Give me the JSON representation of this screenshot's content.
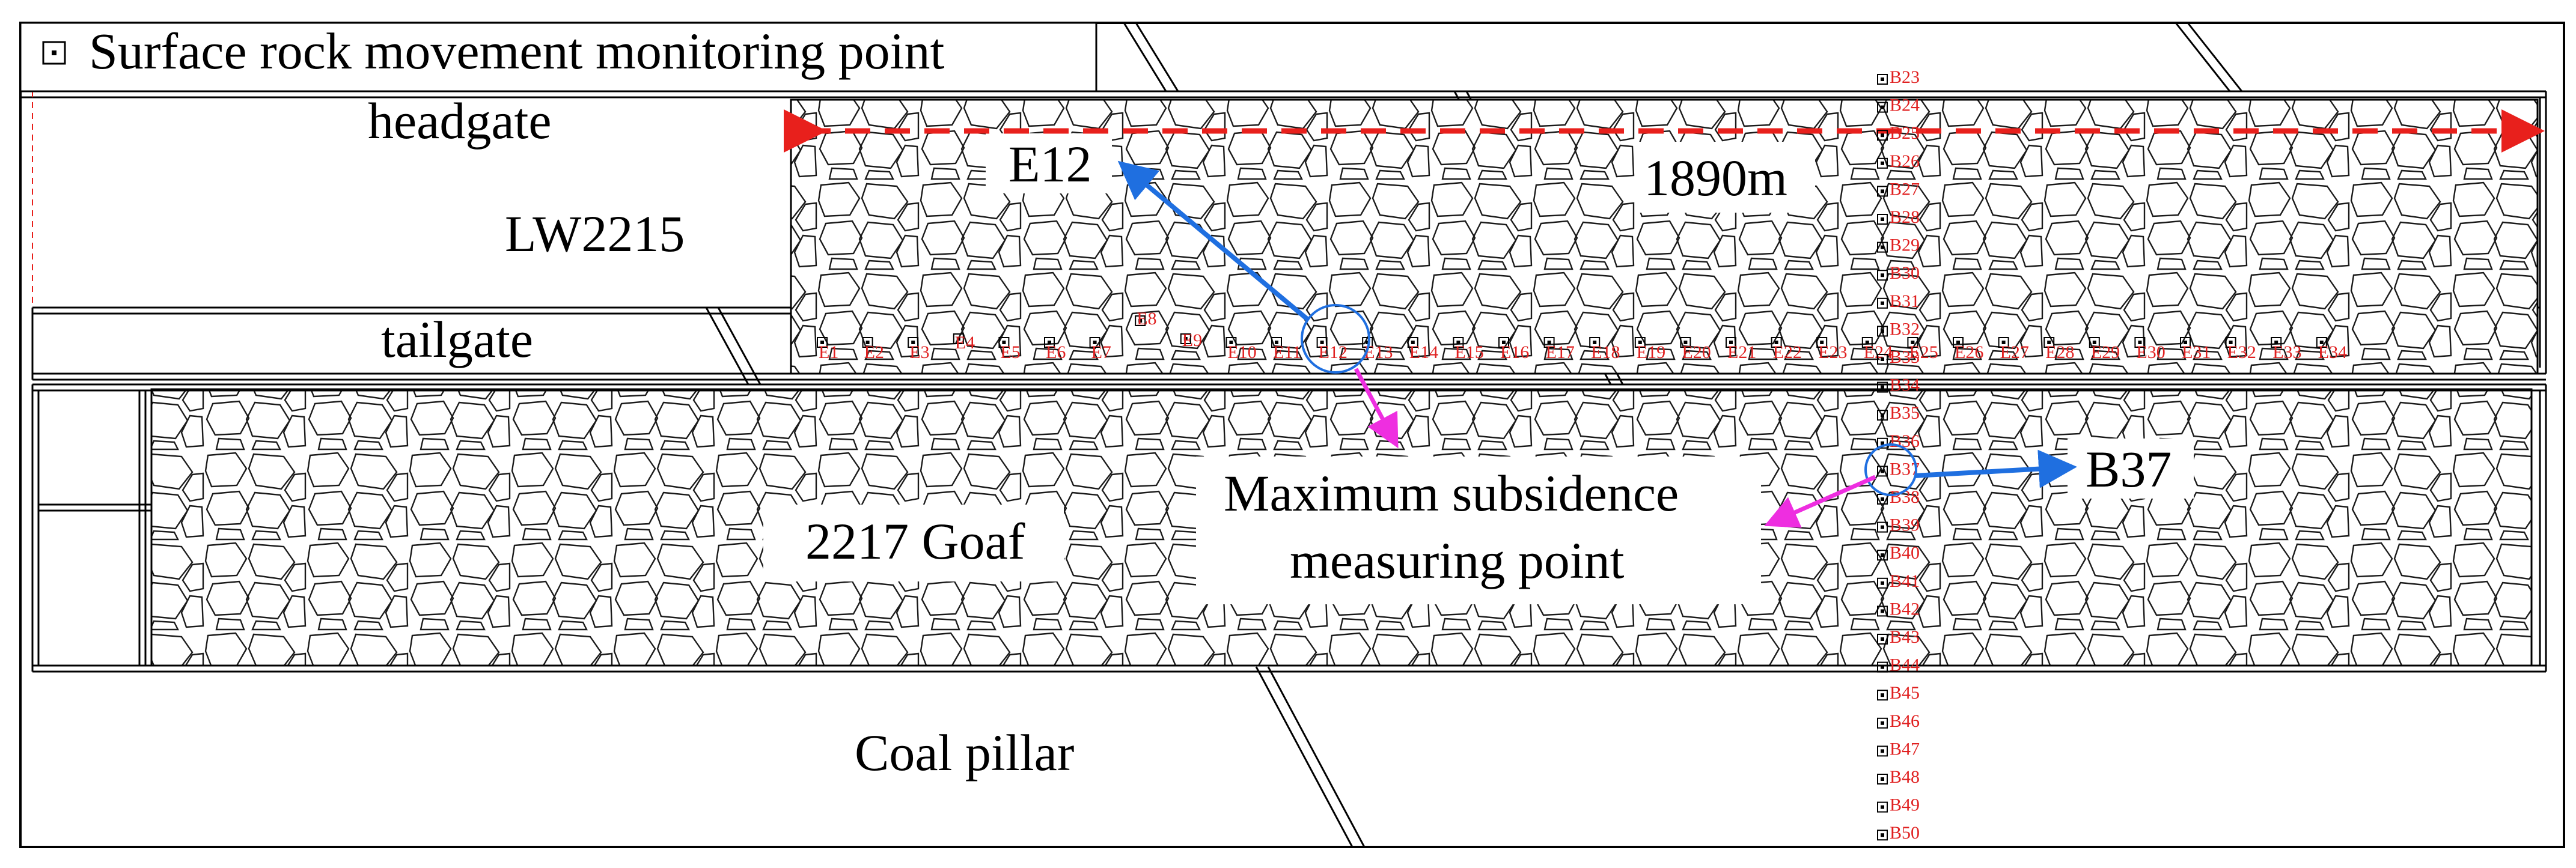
{
  "legend": {
    "symbol": "⊡",
    "text": "Surface rock movement monitoring point"
  },
  "labels": {
    "headgate": "headgate",
    "lw": "LW2215",
    "tailgate": "tailgate",
    "goaf": "2217 Goaf",
    "coal_pillar": "Coal pillar",
    "distance": "1890m",
    "max_subsidence_line1": "Maximum subsidence",
    "max_subsidence_line2": "measuring point",
    "callout_e": "E12",
    "callout_b": "B37"
  },
  "e_line_points": [
    "E1",
    "E2",
    "E3",
    "E4",
    "E5",
    "E6",
    "E7",
    "E8",
    "E9",
    "E10",
    "E11",
    "E12",
    "E13",
    "E14",
    "E15",
    "E16",
    "E17",
    "E18",
    "E19",
    "E20",
    "E21",
    "E22",
    "E23",
    "E24",
    "E25",
    "E26",
    "E27",
    "E28",
    "E29",
    "E30",
    "E31",
    "E32",
    "E33",
    "E34"
  ],
  "b_line_points": [
    "B23",
    "B24",
    "B25",
    "B26",
    "B27",
    "B28",
    "B29",
    "B30",
    "B31",
    "B32",
    "B33",
    "B34",
    "B35",
    "B36",
    "B37",
    "B38",
    "B39",
    "B40",
    "B41",
    "B42",
    "B43",
    "B44",
    "B45",
    "B46",
    "B47",
    "B48",
    "B49",
    "B50"
  ],
  "colors": {
    "dimension_arrow": "#e8201c",
    "blue_arrow": "#1f6fe0",
    "magenta_arrow": "#ee2ee0",
    "point_label": "#e02020",
    "outline": "#000000"
  }
}
